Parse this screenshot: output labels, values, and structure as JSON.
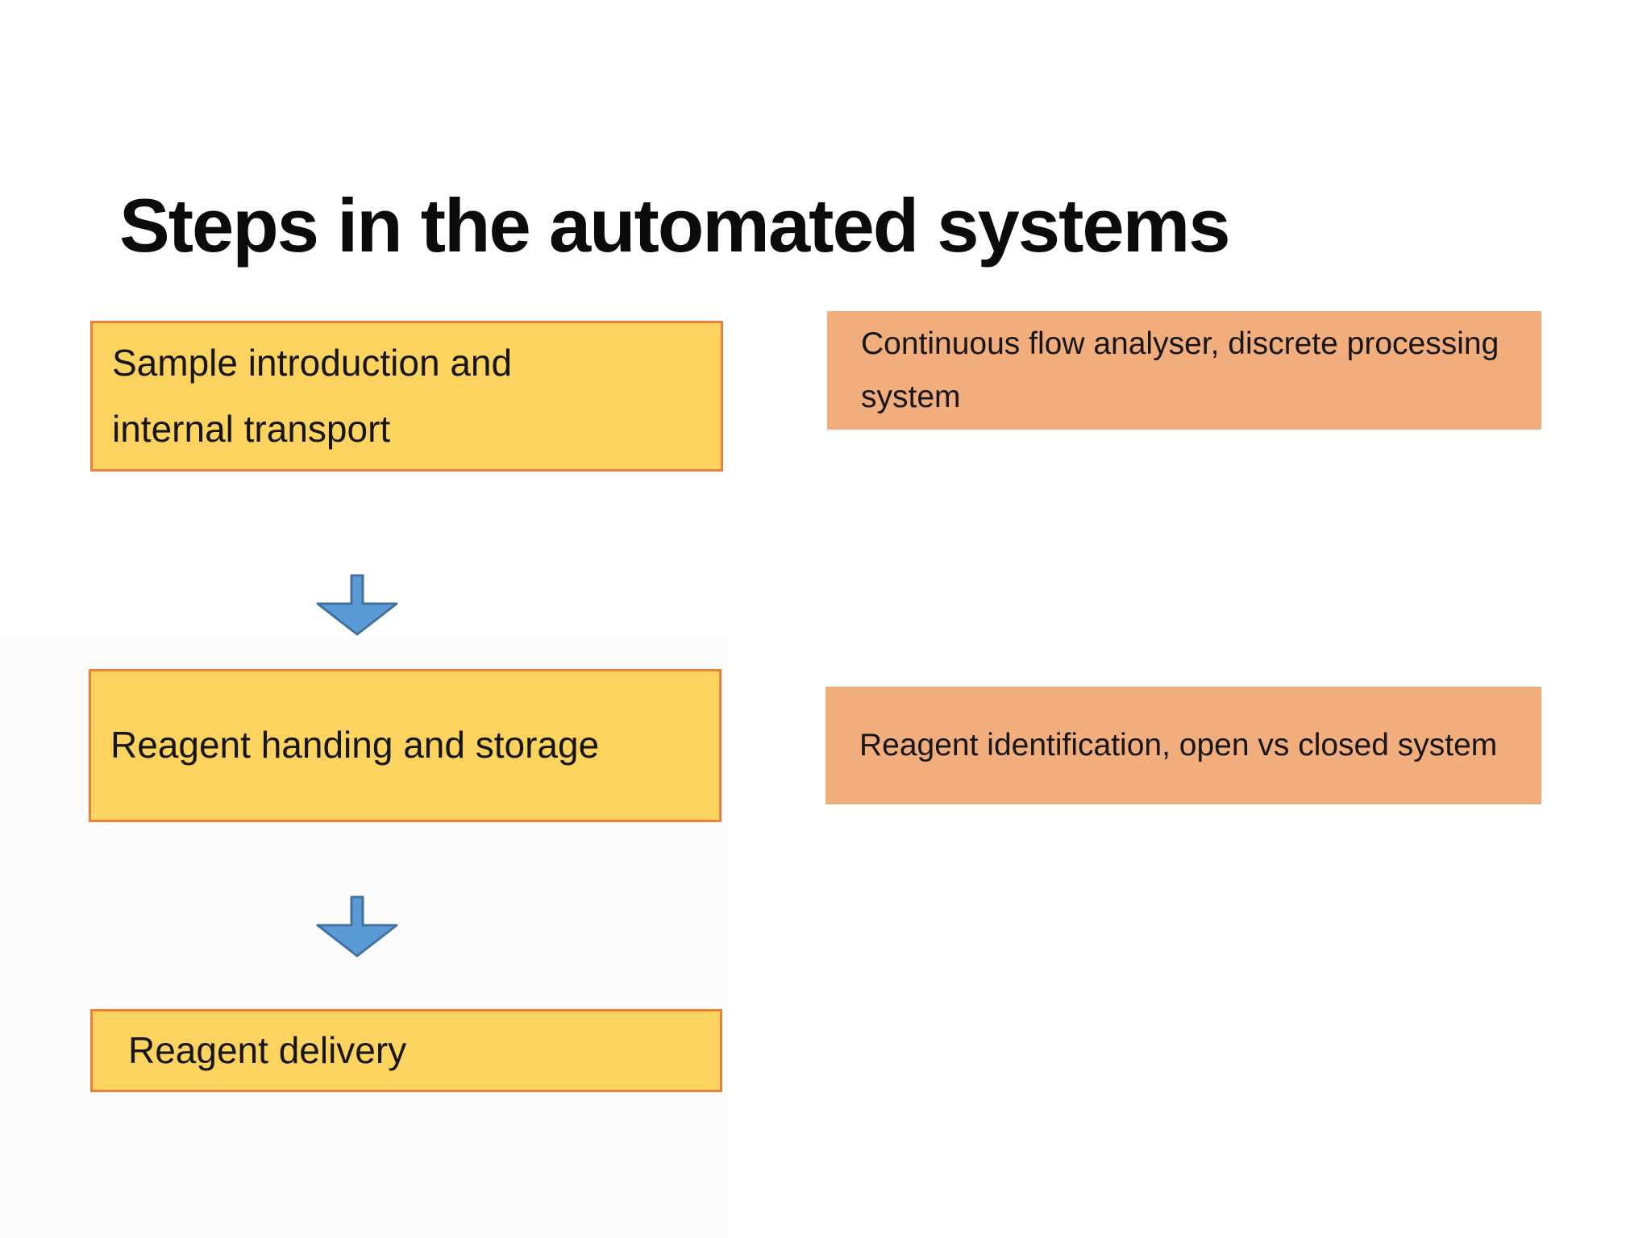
{
  "slide": {
    "title": "Steps in the automated systems",
    "steps": [
      {
        "label": "Sample introduction and internal transport"
      },
      {
        "label": "Reagent handing and storage"
      },
      {
        "label": "Reagent delivery"
      }
    ],
    "notes": [
      {
        "label": "Continuous flow analyser, discrete processing system"
      },
      {
        "label": "Reagent identification, open vs closed system"
      }
    ],
    "arrows": [
      {
        "icon": "down-arrow-icon"
      },
      {
        "icon": "down-arrow-icon"
      }
    ],
    "colors": {
      "step_fill": "#FCD35F",
      "step_border": "#E8813A",
      "note_fill": "#F2AD7C",
      "arrow_fill": "#5B9BD5",
      "arrow_border": "#41719C",
      "title_color": "#0B0B0B",
      "text_color": "#161616"
    }
  }
}
